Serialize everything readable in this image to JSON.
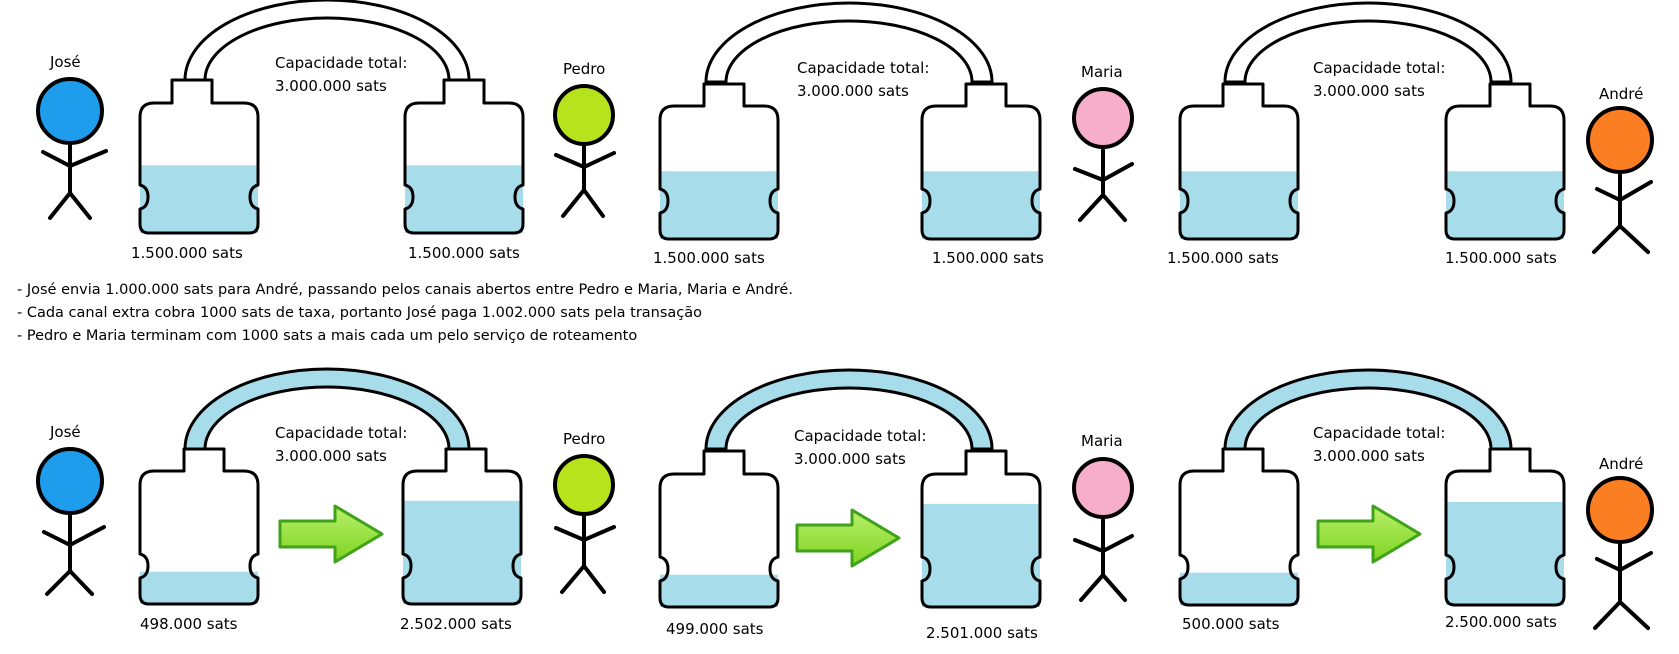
{
  "colors": {
    "water": "#a7dcea",
    "water_edge": "#5fb7d2",
    "arrow_fill": "#7ed321",
    "arrow_light": "#b8f06a",
    "arrow_stroke": "#3fa21a",
    "ink": "#000000"
  },
  "people": {
    "jose": {
      "name": "José",
      "color": "#1f9ded"
    },
    "pedro": {
      "name": "Pedro",
      "color": "#b6e31c"
    },
    "maria": {
      "name": "Maria",
      "color": "#f7aecb"
    },
    "andre": {
      "name": "André",
      "color": "#fc7e22"
    }
  },
  "channel_capacity": {
    "line1": "Capacidade total:",
    "line2": "3.000.000 sats",
    "value_sats": 3000000
  },
  "before": {
    "channels": [
      {
        "left_amount": "1.500.000 sats",
        "right_amount": "1.500.000 sats",
        "left_sats": 1500000,
        "right_sats": 1500000
      },
      {
        "left_amount": "1.500.000 sats",
        "right_amount": "1.500.000 sats",
        "left_sats": 1500000,
        "right_sats": 1500000
      },
      {
        "left_amount": "1.500.000 sats",
        "right_amount": "1.500.000 sats",
        "left_sats": 1500000,
        "right_sats": 1500000
      }
    ]
  },
  "notes": [
    "- José envia 1.000.000 sats para André, passando pelos canais abertos entre Pedro e Maria, Maria e André.",
    "- Cada canal extra cobra 1000 sats de taxa, portanto José paga 1.002.000 sats pela transação",
    "- Pedro e Maria terminam com 1000 sats a mais cada um pelo serviço de roteamento"
  ],
  "after": {
    "channels": [
      {
        "left_amount": "498.000 sats",
        "right_amount": "2.502.000 sats",
        "left_sats": 498000,
        "right_sats": 2502000
      },
      {
        "left_amount": "499.000 sats",
        "right_amount": "2.501.000 sats",
        "left_sats": 499000,
        "right_sats": 2501000
      },
      {
        "left_amount": "500.000 sats",
        "right_amount": "2.500.000 sats",
        "left_sats": 500000,
        "right_sats": 2500000
      }
    ]
  }
}
